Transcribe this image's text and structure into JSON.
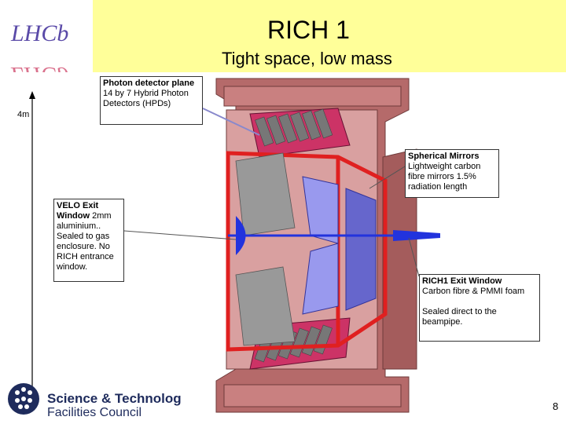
{
  "header": {
    "title": "RICH 1",
    "subtitle": "Tight space, low mass",
    "logo_text": "LHCb"
  },
  "scale": {
    "label": "4m"
  },
  "callouts": {
    "photon": {
      "bold": "Photon detector plane",
      "text": " 14 by 7 Hybrid Photon Detectors (HPDs)"
    },
    "mirrors": {
      "bold": "Spherical Mirrors",
      "text": "Lightweight carbon fibre mirrors 1.5% radiation length"
    },
    "velo": {
      "bold": "VELO Exit Window",
      "text": " 2mm aluminium.. Sealed to gas enclosure. No RICH entrance window."
    },
    "exit": {
      "bold": "RICH1 Exit Window",
      "text": "Carbon fibre & PMMI foam",
      "text2": "Sealed direct to the beampipe."
    }
  },
  "footer": {
    "org_line1": "Science & Technolog",
    "org_line2": "Facilities Council",
    "page_number": "8"
  },
  "colors": {
    "header_bg": "#ffff99",
    "structure": "#b56a6a",
    "frame_red": "#e02020",
    "beam_blue": "#2233dd"
  }
}
